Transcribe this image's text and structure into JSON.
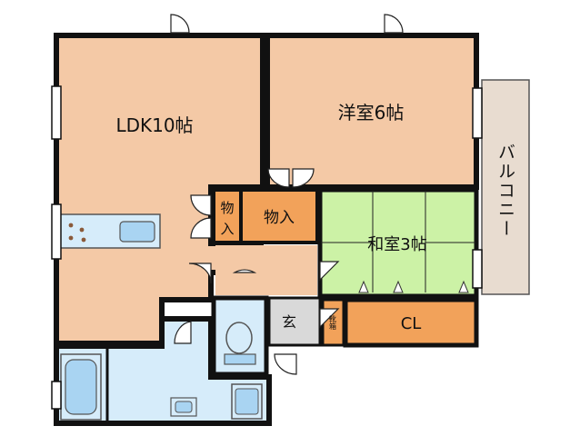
{
  "rooms": {
    "ldk": "LDK10帖",
    "yoshitsu": "洋室6帖",
    "washitsu": "和室3帖",
    "balcony": "バルコニー",
    "storage_small_a": "物",
    "storage_small_b": "入",
    "storage": "物入",
    "closet": "CL",
    "entrance": "玄",
    "shoe_box": "靴箱"
  },
  "colors": {
    "ldk": "#f4c9a6",
    "yoshitsu": "#f4c9a6",
    "hall": "#f4c9a6",
    "washitsu": "#ccf2a6",
    "storage": "#f2a25a",
    "wet": "#d6ecfa",
    "fixture": "#a9d4f2",
    "balcony": "#e8dcd0",
    "entrance": "#d9d9d9",
    "wall": "#111111"
  }
}
